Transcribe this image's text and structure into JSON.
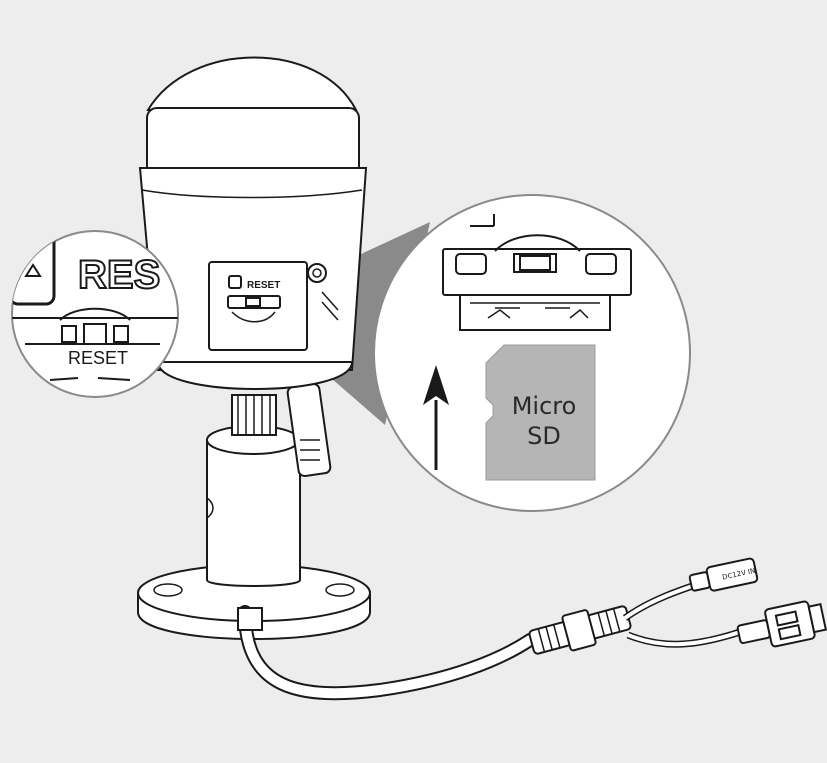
{
  "diagram": {
    "labels": {
      "reset_large": "RES",
      "reset_zoom_small": "RESET",
      "reset_camera": "RESET",
      "card_line1": "Micro",
      "card_line2": "SD",
      "power_tag": "DC12V IN"
    },
    "colors": {
      "background": "#ededed",
      "outline": "#1a1a1a",
      "body_fill": "#ffffff",
      "shadow_cone": "#8a8a8a",
      "card_fill": "#b5b5b5"
    },
    "icons": [
      "camera-body",
      "zoom-left-circle",
      "zoom-right-circle",
      "arrow-up-icon",
      "microsd-card-icon",
      "power-jack-icon",
      "rj45-plug-icon"
    ]
  }
}
